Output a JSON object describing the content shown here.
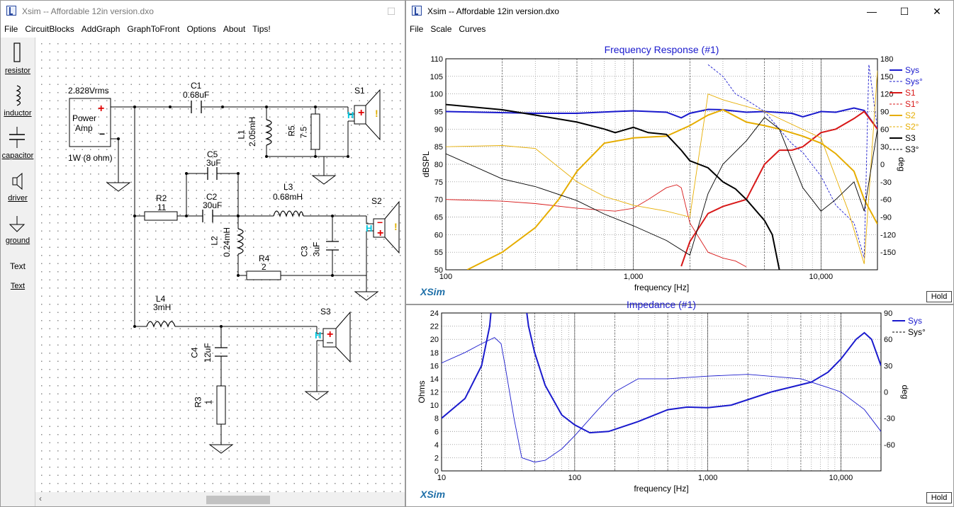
{
  "left_window": {
    "title": "Xsim -- Affordable 12in version.dxo",
    "menu": [
      "File",
      "CircuitBlocks",
      "AddGraph",
      "GraphToFront",
      "Options",
      "About",
      "Tips!"
    ],
    "tools": [
      "resistor",
      "inductor",
      "capacitor",
      "driver",
      "ground",
      "Text",
      "Text"
    ]
  },
  "circuit": {
    "amp": {
      "voltage": "2.828Vrms",
      "label_line1": "Power",
      "label_line2": "Amp",
      "rating": "1W (8 ohm)"
    },
    "components": {
      "C1": {
        "name": "C1",
        "value": "0.68uF"
      },
      "L1": {
        "name": "L1",
        "value": "2.05mH"
      },
      "R5": {
        "name": "R5",
        "value": "7.5"
      },
      "S1": {
        "name": "S1"
      },
      "C5": {
        "name": "C5",
        "value": "3uF"
      },
      "R2": {
        "name": "R2",
        "value": "11"
      },
      "C2": {
        "name": "C2",
        "value": "30uF"
      },
      "L3": {
        "name": "L3",
        "value": "0.68mH"
      },
      "S2": {
        "name": "S2"
      },
      "L2": {
        "name": "L2",
        "value": "0.24mH"
      },
      "C3": {
        "name": "C3",
        "value": "3uF"
      },
      "R4": {
        "name": "R4",
        "value": "2"
      },
      "L4": {
        "name": "L4",
        "value": "3mH"
      },
      "S3": {
        "name": "S3"
      },
      "C4": {
        "name": "C4",
        "value": "12uF"
      },
      "R3": {
        "name": "R3",
        "value": "1"
      }
    }
  },
  "right_window": {
    "title": "Xsim -- Affordable 12in version.dxo",
    "menu": [
      "File",
      "Scale",
      "Curves"
    ],
    "hold_label": "Hold",
    "logo": "XSim"
  },
  "freq_chart": {
    "title": "Frequency Response (#1)",
    "xlabel": "frequency [Hz]",
    "ylabel": "dBSPL",
    "y2label": "deg",
    "yticks": [
      "110",
      "105",
      "100",
      "95",
      "90",
      "85",
      "80",
      "75",
      "70",
      "65",
      "60",
      "55",
      "50"
    ],
    "y2ticks": [
      "180",
      "150",
      "120",
      "90",
      "60",
      "30",
      "0",
      "-30",
      "-60",
      "-90",
      "-120",
      "-150"
    ],
    "xticks": [
      "100",
      "1,000",
      "10,000"
    ],
    "legend": [
      {
        "name": "Sys",
        "color": "#1a1acd",
        "dash": false
      },
      {
        "name": "Sys°",
        "color": "#1a1acd",
        "dash": true
      },
      {
        "name": "S1",
        "color": "#d81818",
        "dash": false
      },
      {
        "name": "S1°",
        "color": "#d81818",
        "dash": true
      },
      {
        "name": "S2",
        "color": "#e6ad00",
        "dash": false
      },
      {
        "name": "S2°",
        "color": "#e6ad00",
        "dash": true
      },
      {
        "name": "S3",
        "color": "#000000",
        "dash": false
      },
      {
        "name": "S3°",
        "color": "#000000",
        "dash": true
      }
    ]
  },
  "imp_chart": {
    "title": "Impedance (#1)",
    "xlabel": "frequency [Hz]",
    "ylabel": "Ohms",
    "y2label": "deg",
    "yticks": [
      "24",
      "22",
      "20",
      "18",
      "16",
      "14",
      "12",
      "10",
      "8",
      "6",
      "4",
      "2",
      "0"
    ],
    "y2ticks": [
      "90",
      "60",
      "30",
      "0",
      "-30",
      "-60"
    ],
    "xticks": [
      "10",
      "100",
      "1,000",
      "10,000"
    ],
    "legend": [
      {
        "name": "Sys",
        "color": "#1a1acd",
        "dash": false
      },
      {
        "name": "Sys°",
        "color": "#000000",
        "dash": true
      }
    ]
  },
  "chart_data": [
    {
      "type": "line",
      "title": "Frequency Response (#1)",
      "xlabel": "frequency [Hz]",
      "ylabel": "dBSPL",
      "y2label": "deg",
      "xscale": "log",
      "xlim": [
        100,
        20000
      ],
      "ylim": [
        50,
        110
      ],
      "y2lim": [
        -180,
        180
      ],
      "grid": true,
      "legend": "right",
      "series": [
        {
          "name": "Sys",
          "color": "#1a1acd",
          "axis": "left",
          "x": [
            100,
            300,
            500,
            800,
            1000,
            1500,
            1800,
            2000,
            2500,
            3000,
            4000,
            5000,
            7000,
            8000,
            10000,
            12000,
            15000,
            17000,
            20000
          ],
          "y": [
            95,
            94.5,
            94.5,
            95,
            95.2,
            94.8,
            93.2,
            94.5,
            95.6,
            95.5,
            94.8,
            95,
            94.5,
            93.5,
            95,
            94.8,
            96,
            95.3,
            90
          ]
        },
        {
          "name": "Sys°",
          "color": "#1a1acd",
          "axis": "right",
          "dash": true,
          "x": [
            2500,
            3000,
            3500,
            4000,
            5000,
            6000,
            7000,
            8000,
            10000,
            12000,
            15000,
            17000,
            18000,
            20000
          ],
          "y": [
            170,
            150,
            120,
            110,
            90,
            60,
            35,
            20,
            -20,
            -70,
            -100,
            -160,
            170,
            60
          ]
        },
        {
          "name": "S1",
          "color": "#d81818",
          "axis": "left",
          "x": [
            1800,
            2000,
            2500,
            3000,
            4000,
            5000,
            6000,
            7000,
            8000,
            10000,
            12000,
            15000,
            17000,
            20000
          ],
          "y": [
            51,
            58,
            66,
            68,
            70,
            80,
            84,
            84,
            85,
            89,
            90,
            93,
            95,
            90
          ]
        },
        {
          "name": "S1°",
          "color": "#d81818",
          "axis": "right",
          "x": [
            100,
            200,
            300,
            500,
            800,
            1000,
            1200,
            1500,
            1700,
            1800,
            2000,
            2500,
            3000,
            3500,
            4000
          ],
          "y": [
            -60,
            -63,
            -67,
            -75,
            -80,
            -75,
            -60,
            -40,
            -35,
            -40,
            -100,
            -150,
            -160,
            -165,
            -175
          ]
        },
        {
          "name": "S2",
          "color": "#e6ad00",
          "axis": "left",
          "x": [
            130,
            200,
            300,
            400,
            500,
            700,
            1000,
            1500,
            2000,
            2500,
            3000,
            4000,
            5000,
            6000,
            8000,
            10000,
            12000,
            15000,
            17000,
            20000
          ],
          "y": [
            50,
            55,
            62,
            70,
            78,
            86,
            87.5,
            88,
            91,
            94,
            95.5,
            92,
            91,
            90,
            88,
            86,
            83,
            78,
            70,
            63
          ]
        },
        {
          "name": "S2°",
          "color": "#e6ad00",
          "axis": "right",
          "x": [
            100,
            200,
            300,
            500,
            700,
            1000,
            1500,
            2000,
            2500,
            3000,
            5000,
            10000,
            14000,
            17000,
            20000
          ],
          "y": [
            30,
            32,
            27,
            -30,
            -55,
            -70,
            -80,
            -90,
            120,
            110,
            90,
            45,
            -80,
            -170,
            160
          ]
        },
        {
          "name": "S3",
          "color": "#000000",
          "axis": "left",
          "x": [
            100,
            200,
            300,
            500,
            700,
            800,
            1000,
            1200,
            1500,
            1800,
            2000,
            2500,
            3000,
            3500,
            4000,
            5000,
            5500,
            6000
          ],
          "y": [
            97,
            95.5,
            94,
            92,
            90,
            89,
            90.5,
            89,
            88.5,
            84,
            81,
            79,
            75,
            73,
            70,
            64,
            60,
            50
          ]
        },
        {
          "name": "S3°",
          "color": "#000000",
          "axis": "right",
          "x": [
            100,
            200,
            300,
            500,
            700,
            1000,
            1500,
            2000,
            2500,
            3000,
            4000,
            5000,
            6000,
            8000,
            10000,
            12000,
            15000,
            17000,
            20000
          ],
          "y": [
            18,
            -25,
            -38,
            -62,
            -85,
            -105,
            -130,
            -155,
            -50,
            0,
            40,
            80,
            60,
            -40,
            -80,
            -60,
            -30,
            -80,
            60
          ]
        }
      ]
    },
    {
      "type": "line",
      "title": "Impedance (#1)",
      "xlabel": "frequency [Hz]",
      "ylabel": "Ohms",
      "y2label": "deg",
      "xscale": "log",
      "xlim": [
        10,
        20000
      ],
      "ylim": [
        0,
        24
      ],
      "y2lim": [
        -90,
        90
      ],
      "grid": true,
      "legend": "right",
      "series": [
        {
          "name": "Sys",
          "color": "#1a1acd",
          "axis": "left",
          "x": [
            10,
            15,
            20,
            23,
            25,
            40,
            45,
            50,
            60,
            80,
            100,
            130,
            180,
            300,
            500,
            700,
            1000,
            1500,
            3000,
            6000,
            8000,
            10000,
            13000,
            15000,
            17000,
            20000
          ],
          "y": [
            8,
            11,
            16,
            22,
            30,
            30,
            22,
            18,
            13,
            8.5,
            7,
            5.8,
            6,
            7.5,
            9.3,
            9.7,
            9.6,
            10,
            12,
            13.5,
            15,
            17,
            20,
            21,
            20,
            16
          ]
        },
        {
          "name": "Sys°",
          "color": "#1a1acd",
          "axis": "right",
          "x": [
            10,
            15,
            20,
            25,
            28,
            30,
            35,
            40,
            50,
            60,
            80,
            100,
            150,
            200,
            300,
            500,
            1000,
            2000,
            5000,
            8000,
            10000,
            15000,
            20000
          ],
          "y": [
            33,
            45,
            55,
            62,
            55,
            30,
            -30,
            -75,
            -80,
            -78,
            -65,
            -50,
            -20,
            0,
            15,
            15,
            18,
            20,
            15,
            5,
            0,
            -20,
            -45
          ]
        }
      ]
    }
  ]
}
